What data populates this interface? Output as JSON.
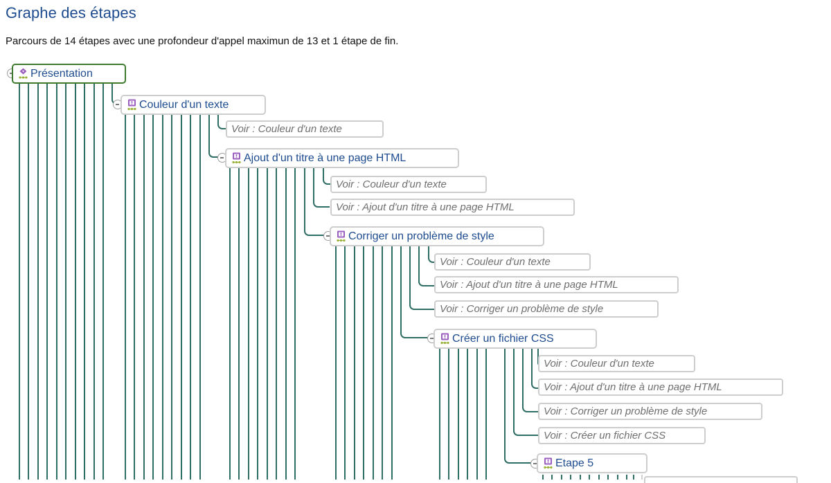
{
  "header": {
    "title": "Graphe des étapes",
    "summary": "Parcours de 14 étapes avec une profondeur d'appel maximun de 13 et 1 étape de fin."
  },
  "colors": {
    "tree_line": "#2e6d64",
    "root_border": "#3d7a2e",
    "node_border": "#cdcdcd",
    "step_label": "#1d4b8f",
    "reference_label": "#6f6f6f",
    "icon_purple": "#9b5fc0",
    "icon_green": "#9ab23a"
  },
  "tree": {
    "nodes": [
      {
        "label": "Présentation",
        "icon": "start-step-icon",
        "kind": "root"
      },
      {
        "label": "Couleur d'un texte",
        "icon": "exercise-step-icon",
        "kind": "step"
      },
      {
        "label": "Voir : Couleur d'un texte",
        "kind": "reference"
      },
      {
        "label": "Ajout d'un titre à une page HTML",
        "icon": "exercise-step-icon",
        "kind": "step"
      },
      {
        "label": "Voir : Couleur d'un texte",
        "kind": "reference"
      },
      {
        "label": "Voir : Ajout d'un titre à une page HTML",
        "kind": "reference"
      },
      {
        "label": "Corriger un problème de style",
        "icon": "exercise-step-icon",
        "kind": "step"
      },
      {
        "label": "Voir : Couleur d'un texte",
        "kind": "reference"
      },
      {
        "label": "Voir : Ajout d'un titre à une page HTML",
        "kind": "reference"
      },
      {
        "label": "Voir : Corriger un problème de style",
        "kind": "reference"
      },
      {
        "label": "Créer un fichier CSS",
        "icon": "exercise-step-icon",
        "kind": "step"
      },
      {
        "label": "Voir : Couleur d'un texte",
        "kind": "reference"
      },
      {
        "label": "Voir : Ajout d'un titre à une page HTML",
        "kind": "reference"
      },
      {
        "label": "Voir : Corriger un problème de style",
        "kind": "reference"
      },
      {
        "label": "Voir : Créer un fichier CSS",
        "kind": "reference"
      },
      {
        "label": "Etape 5",
        "icon": "exercise-step-icon",
        "kind": "step"
      }
    ]
  }
}
